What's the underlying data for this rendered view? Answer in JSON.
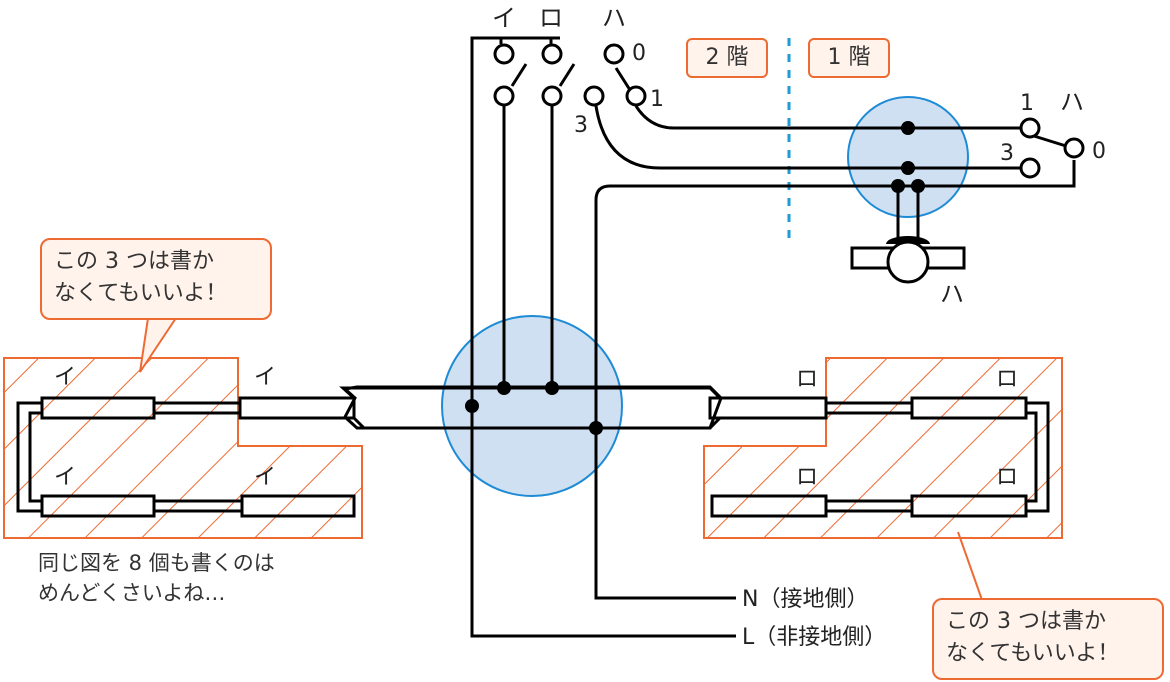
{
  "switch_labels": {
    "i": "イ",
    "ro": "ロ",
    "ha": "ハ"
  },
  "terminal_labels": {
    "zero": "0",
    "one": "1",
    "three": "3"
  },
  "floor_tags": {
    "second": "2 階",
    "first": "1 階"
  },
  "lamp_label": "ハ",
  "fixture_labels": {
    "i": "イ",
    "ro": "ロ"
  },
  "wire_labels": {
    "neutral": "N（接地側）",
    "live": "L（非接地側）"
  },
  "callout_left": {
    "line1": "この 3 つは書か",
    "line2": "なくてもいいよ！"
  },
  "callout_right": {
    "line1": "この 3 つは書か",
    "line2": "なくてもいいよ！"
  },
  "note": {
    "line1": "同じ図を 8 個も書くのは",
    "line2": "めんどくさいよね…"
  },
  "colors": {
    "wire": "#000000",
    "junction_fill": "#cfe0f3",
    "junction_stroke": "#1e8bd4",
    "hatch": "#ee6a33",
    "callout_bg": "#fff3ec",
    "divider": "#1e9bd4"
  }
}
